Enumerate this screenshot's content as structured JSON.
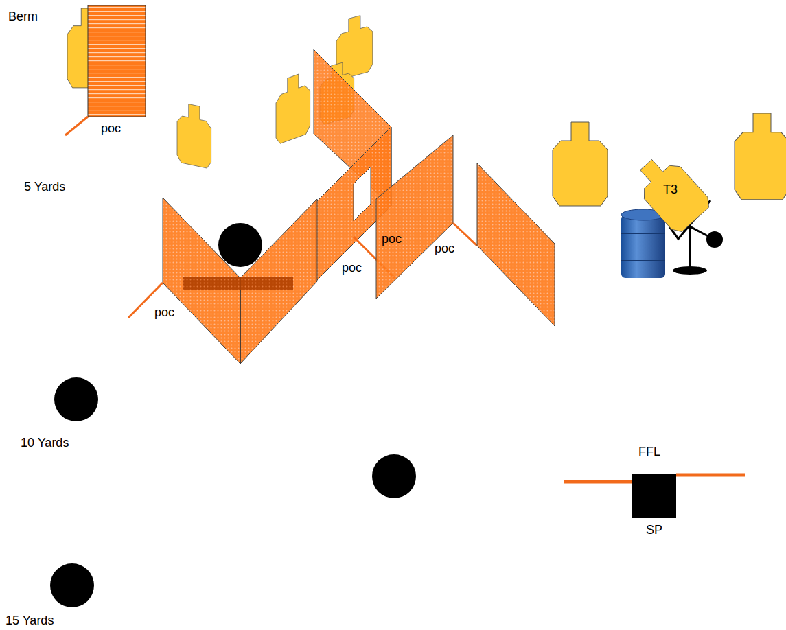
{
  "diagram": {
    "nodes": [
      {
        "text": [
          "T3"
        ]
      }
    ],
    "labels": [
      "Berm",
      "poc",
      "5 Yards",
      "poc",
      "poc",
      "poc",
      "poc",
      "10 Yards",
      "FFL",
      "SP",
      "15 Yards"
    ]
  }
}
